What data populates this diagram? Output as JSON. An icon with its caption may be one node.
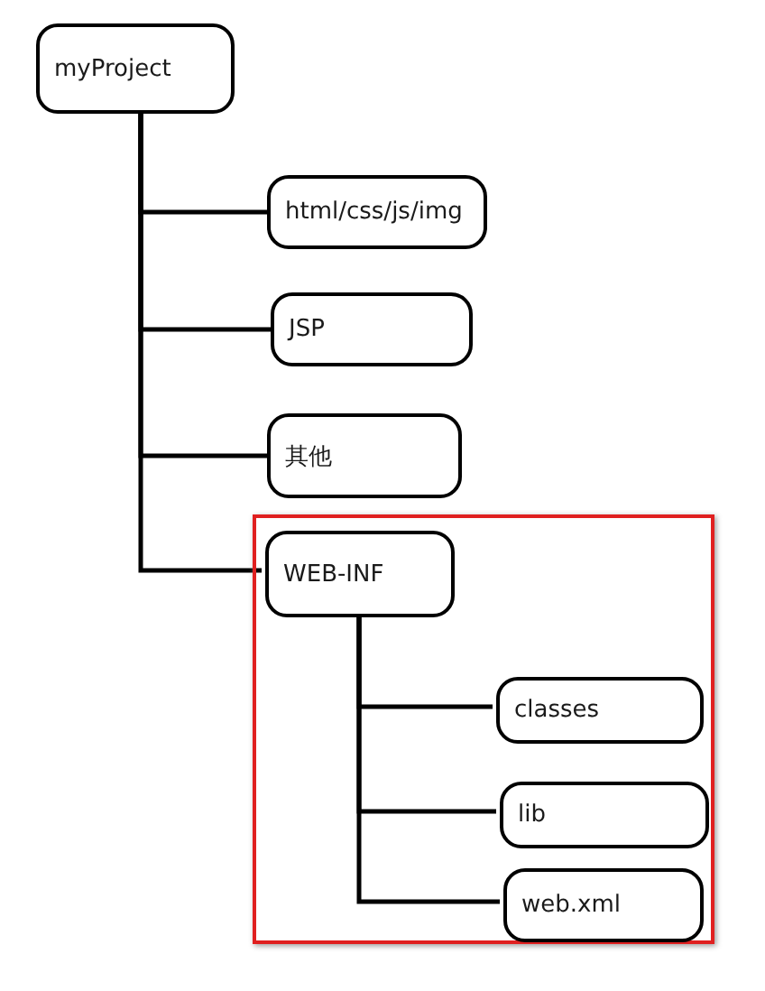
{
  "diagram": {
    "nodes": [
      {
        "text": [
          "myProject"
        ]
      },
      {
        "text": [
          "html/css/js/img"
        ]
      },
      {
        "text": [
          "JSP"
        ]
      },
      {
        "text": [
          "其他"
        ]
      },
      {
        "text": [],
        "shape": "box"
      },
      {
        "text": [
          "WEB-INF"
        ],
        "in": 4
      },
      {
        "text": [
          "classes"
        ],
        "in": 4
      },
      {
        "text": [
          "lib"
        ],
        "in": 4
      },
      {
        "text": [
          "web.xml"
        ],
        "in": 4
      }
    ],
    "edges": [
      {
        "from": 0,
        "to": 1,
        "arrow": "none"
      },
      {
        "from": 0,
        "to": 2,
        "arrow": "none"
      },
      {
        "from": 0,
        "to": 3,
        "arrow": "none"
      },
      {
        "from": 0,
        "to": 5,
        "arrow": "none"
      },
      {
        "from": 5,
        "to": 6,
        "arrow": "none"
      },
      {
        "from": 5,
        "to": 7,
        "arrow": "none"
      },
      {
        "from": 5,
        "to": 8,
        "arrow": "none"
      }
    ]
  }
}
